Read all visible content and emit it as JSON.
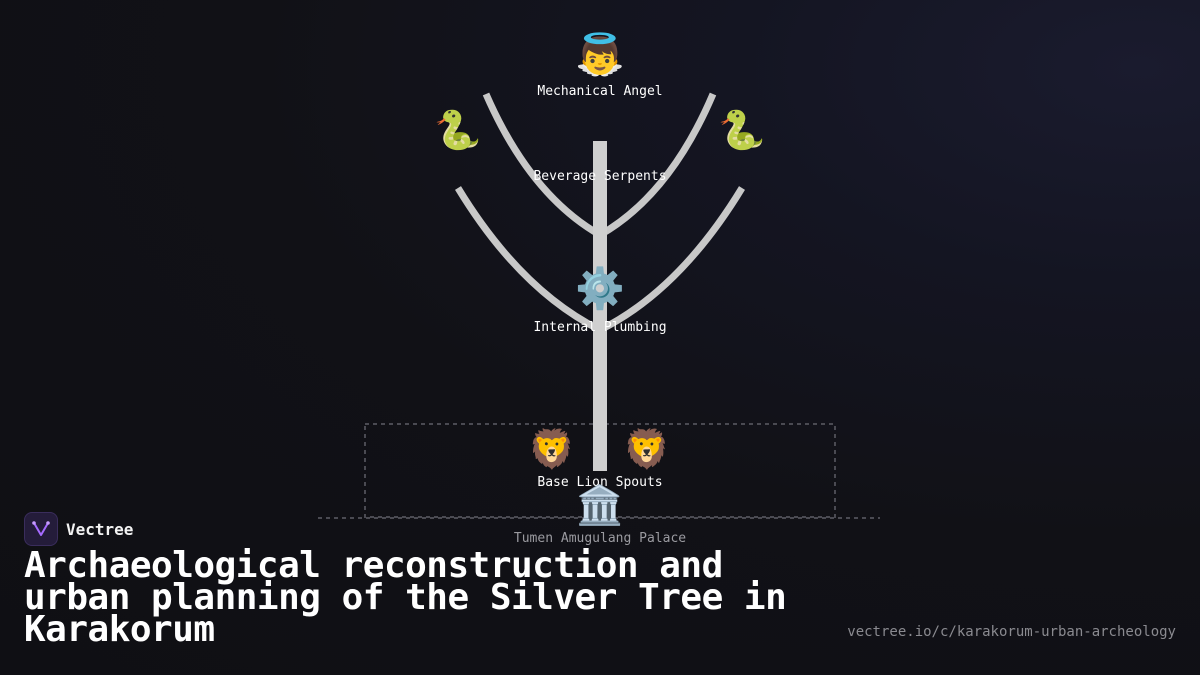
{
  "diagram": {
    "top_label": "Mechanical Angel",
    "serpents_label": "Beverage Serpents",
    "plumbing_label": "Internal Plumbing",
    "lions_label": "Base Lion Spouts",
    "palace_label": "Tumen Amugulang Palace"
  },
  "icons": {
    "angel": "👼",
    "serpent_left": "🐍",
    "serpent_right": "🐍",
    "gear": "⚙️",
    "lion_left": "🦁",
    "lion_right": "🦁",
    "palace": "🏛️"
  },
  "branding": {
    "name": "Vectree",
    "accent_color": "#a66bff"
  },
  "title": "Archaeological reconstruction and urban planning of the Silver Tree in Karakorum",
  "url": "vectree.io/c/karakorum-urban-archeology"
}
